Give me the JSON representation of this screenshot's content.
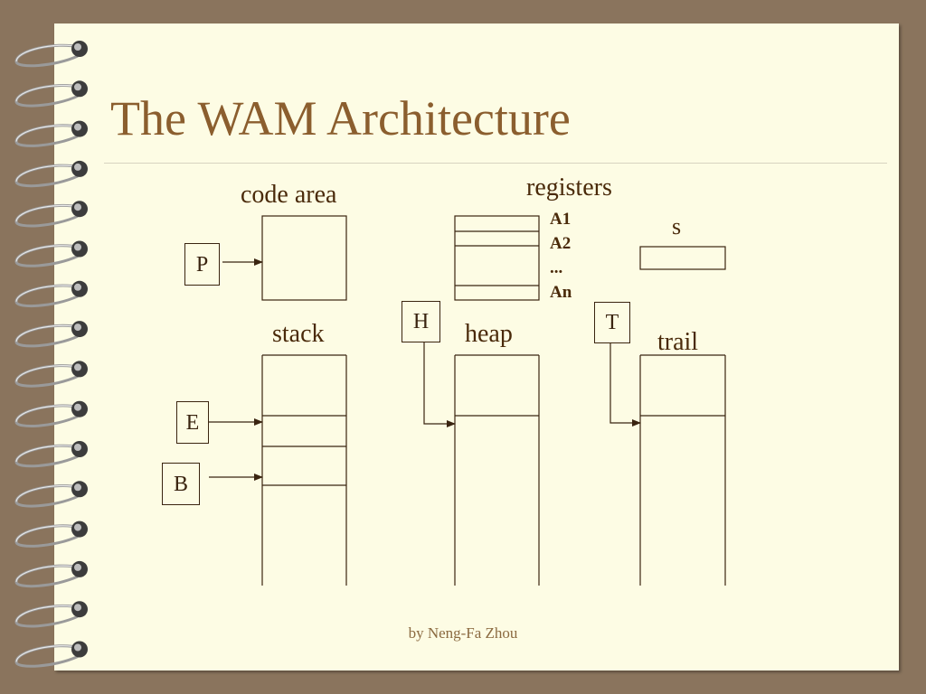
{
  "slide": {
    "title": "The WAM Architecture",
    "footer": "by Neng-Fa Zhou"
  },
  "areas": {
    "code_area": "code area",
    "registers": "registers",
    "s_label": "s",
    "stack": "stack",
    "heap": "heap",
    "trail": "trail"
  },
  "register_names": [
    "A1",
    "A2",
    "...",
    "An"
  ],
  "pointers": {
    "P": "P",
    "E": "E",
    "B": "B",
    "H": "H",
    "T": "T"
  },
  "colors": {
    "background": "#8a745d",
    "page": "#fdfce4",
    "title": "#8b5e2e",
    "ink": "#3a2410"
  }
}
